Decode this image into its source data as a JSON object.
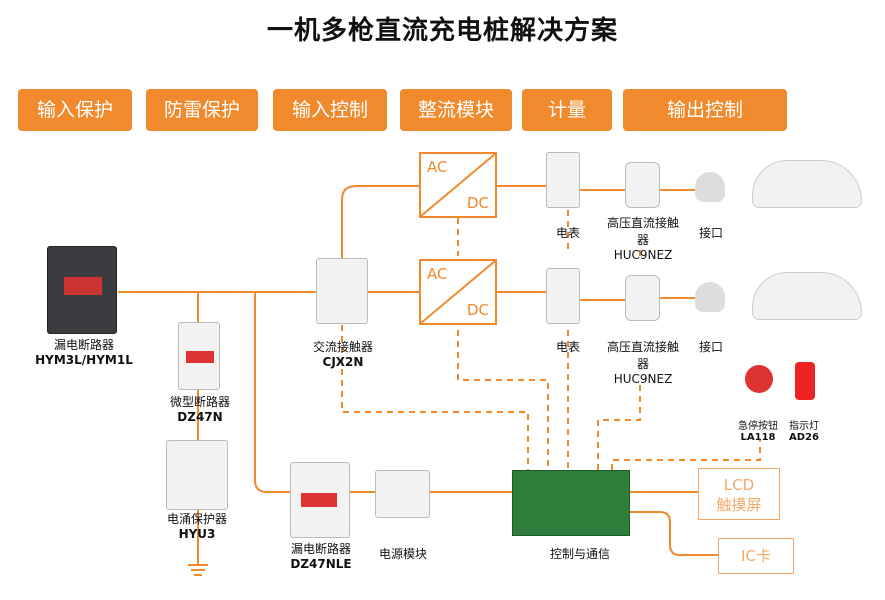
{
  "title": "一机多枪直流充电桩解决方案",
  "stages": [
    "输入保护",
    "防雷保护",
    "输入控制",
    "整流模块",
    "计量",
    "输出控制"
  ],
  "converter": {
    "ac": "AC",
    "dc": "DC"
  },
  "devices": {
    "main_breaker": {
      "name": "漏电断路器",
      "model": "HYM3L/HYM1L"
    },
    "mcb": {
      "name": "微型断路器",
      "model": "DZ47N"
    },
    "surge": {
      "name": "电涌保护器",
      "model": "HYU3"
    },
    "contactor": {
      "name": "交流接触器",
      "model": "CJX2N"
    },
    "rcbo": {
      "name": "漏电断路器",
      "model": "DZ47NLE"
    },
    "power_module": {
      "name": "电源模块"
    },
    "meter1": {
      "name": "电表"
    },
    "meter2": {
      "name": "电表"
    },
    "dc_contactor1": {
      "name": "高压直流接触器",
      "model": "HUC9NEZ"
    },
    "dc_contactor2": {
      "name": "高压直流接触器",
      "model": "HUC9NEZ"
    },
    "port1": {
      "name": "接口"
    },
    "port2": {
      "name": "接口"
    },
    "estop": {
      "name": "急停按钮",
      "model": "LA118"
    },
    "indicator": {
      "name": "指示灯",
      "model": "AD26"
    },
    "controller": {
      "name": "控制与通信"
    },
    "lcd": {
      "line1": "LCD",
      "line2": "触摸屏"
    },
    "ic": {
      "name": "IC卡"
    }
  },
  "colors": {
    "accent": "#f08a2c",
    "outline": "#f4a868"
  }
}
